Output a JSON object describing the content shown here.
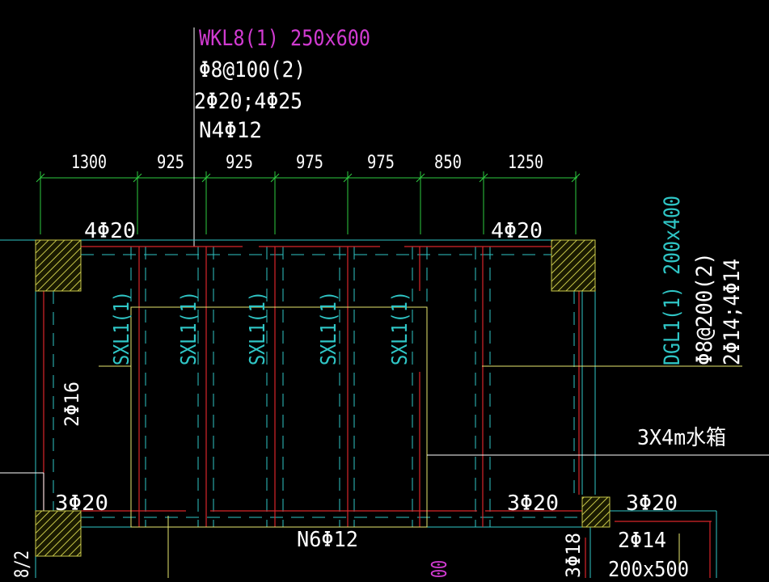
{
  "colors": {
    "background": "#000000",
    "magenta": "#d13bd1",
    "white": "#ffffff",
    "green": "#2ecc40",
    "cyan": "#2fc6c6",
    "yellow": "#e8e870",
    "red": "#d8262a",
    "hatch_fill": "#c8c84a"
  },
  "beam_label": {
    "name": "WKL8(1) 250x600",
    "stirrup": "Φ8@100(2)",
    "main_bars": "2Φ20;4Φ25",
    "side_bars": "N4Φ12"
  },
  "dimensions": [
    "1300",
    "925",
    "925",
    "975",
    "975",
    "850",
    "1250"
  ],
  "rebar_labels": {
    "top_left": "4Φ20",
    "top_right": "4Φ20",
    "left_vertical": "2Φ16",
    "bottom_left": "3Φ20",
    "bottom_mid_right": "3Φ20",
    "bottom_right": "3Φ20",
    "bottom_center": "N6Φ12",
    "right_lower": "2Φ14",
    "right_lower_size": "200x500",
    "lower_right_partial": "3Φ18",
    "left_partial": "8/2",
    "bottom_magenta_partial": "00"
  },
  "secondary_beams": [
    "SXL1(1)",
    "SXL1(1)",
    "SXL1(1)",
    "SXL1(1)",
    "SXL1(1)"
  ],
  "right_beam": {
    "name": "DGL1(1) 200x400",
    "stirrup": "Φ8@200(2)",
    "bars": "2Φ14;4Φ14"
  },
  "water_tank": "3X4m水箱"
}
